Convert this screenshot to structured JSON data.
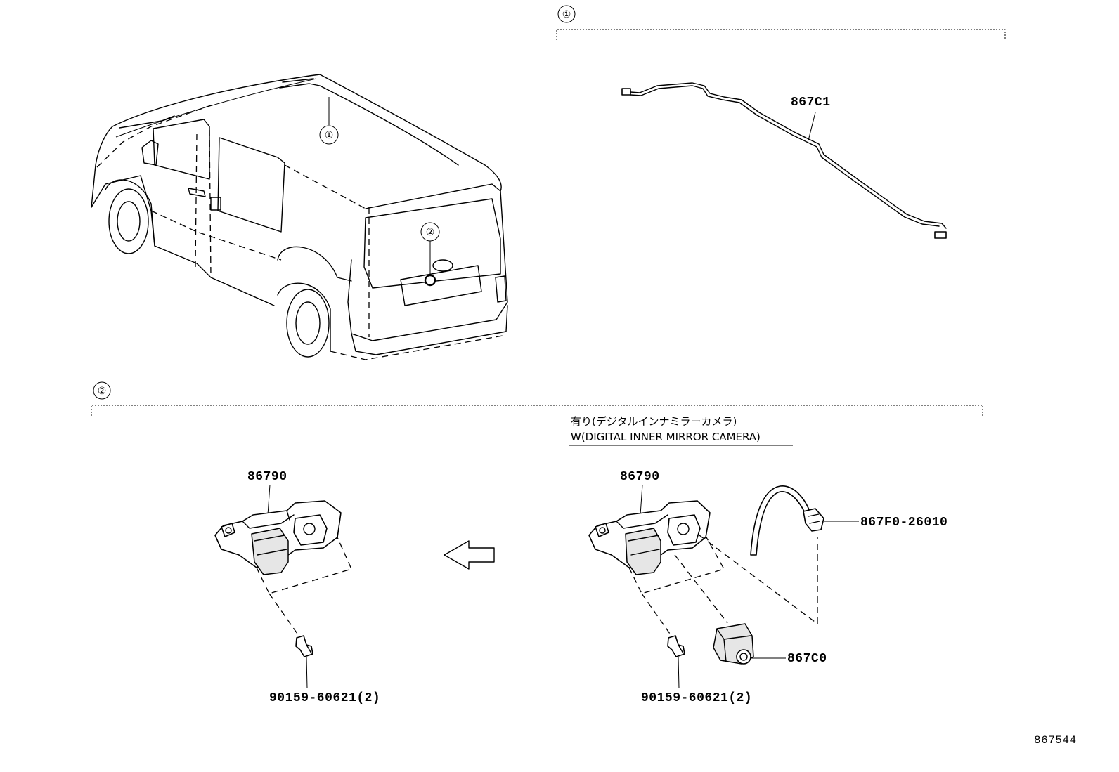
{
  "sections": [
    {
      "callout": "①",
      "part_numbers": [
        "867C1"
      ]
    },
    {
      "callout": "②",
      "part_numbers": [
        "86790",
        "90159-60621(2)",
        "86790",
        "867F0-26010",
        "867C0",
        "90159-60621(2)"
      ]
    }
  ],
  "vehicle_callouts": [
    "①",
    "②"
  ],
  "labels": {
    "sec1_callout": "①",
    "sec2_callout": "②",
    "van_callout1": "①",
    "van_callout2": "②",
    "harness": "867C1",
    "camera_left": "86790",
    "camera_right": "86790",
    "bolt_left": "90159-60621(2)",
    "bolt_right": "90159-60621(2)",
    "cable": "867F0-26010",
    "digital_camera": "867C0",
    "condition_jp": "有り(デジタルインナミラーカメラ)",
    "condition_en": "W(DIGITAL INNER MIRROR CAMERA)",
    "diagram_id": "867544"
  }
}
